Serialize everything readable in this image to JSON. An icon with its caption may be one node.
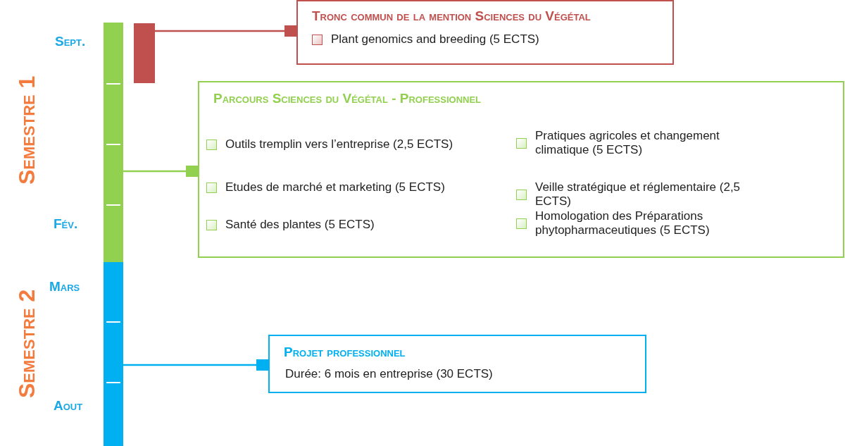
{
  "diagram": {
    "nodes": [
      {
        "text": [],
        "shape": "bar"
      },
      {
        "text": [],
        "shape": "bar"
      },
      {
        "text": [],
        "shape": "bar"
      },
      {
        "text": [
          "Tronc commun de la mention Sciences du Végétal",
          "Plant genomics and breeding (5 ECTS)"
        ]
      },
      {
        "text": [
          "Parcours Sciences du Végétal - Professionnel",
          "Outils tremplin vers l’entreprise (2,5 ECTS)",
          "Pratiques agricoles et changement climatique (5 ECTS)",
          "Etudes de marché et marketing (5 ECTS)",
          "Veille stratégique et réglementaire (2,5 ECTS)",
          "Santé des plantes (5 ECTS)",
          "Homologation des Préparations phytopharmaceutiques (5 ECTS)"
        ]
      },
      {
        "text": [
          "Projet professionnel",
          "Durée: 6 mois en entreprise (30 ECTS)"
        ]
      }
    ],
    "edges": [
      {
        "from": 2,
        "to": 3,
        "arrow": "other",
        "color": "#c0504d"
      },
      {
        "from": 0,
        "to": 4,
        "arrow": "other",
        "color": "#92d050"
      },
      {
        "from": 1,
        "to": 5,
        "arrow": "other",
        "color": "#00b0f0"
      }
    ],
    "labels": [
      "Semestre 1",
      "Sept.",
      "Fév.",
      "Semestre 2",
      "Mars",
      "Aout"
    ]
  }
}
